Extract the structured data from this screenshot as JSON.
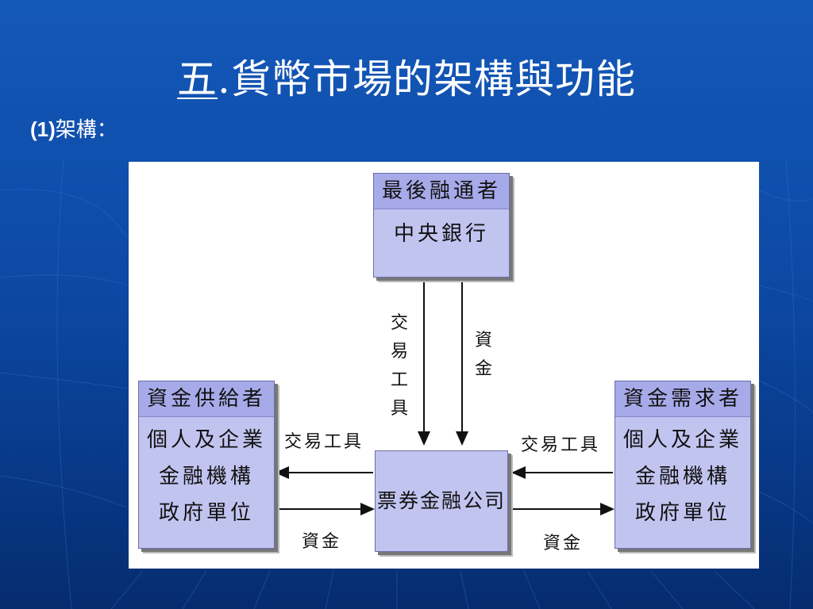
{
  "slide": {
    "title_num": "五",
    "title_dot": ".",
    "title_text": "貨幣市場的架構與功能",
    "subtitle_num": "(1)",
    "subtitle_text": "架構："
  },
  "diagram": {
    "top_box": {
      "header": "最後融通者",
      "line1": "中央銀行"
    },
    "left_box": {
      "header": "資金供給者",
      "line1": "個人及企業",
      "line2": "金融機構",
      "line3": "政府單位"
    },
    "right_box": {
      "header": "資金需求者",
      "line1": "個人及企業",
      "line2": "金融機構",
      "line3": "政府單位"
    },
    "center_box": {
      "label": "票券金融公司"
    },
    "labels": {
      "vertical_instruments": [
        "交",
        "易",
        "工",
        "具"
      ],
      "vertical_funds": [
        "資",
        "金"
      ],
      "left_instruments": "交易工具",
      "left_funds": "資金",
      "right_instruments": "交易工具",
      "right_funds": "資金"
    }
  }
}
